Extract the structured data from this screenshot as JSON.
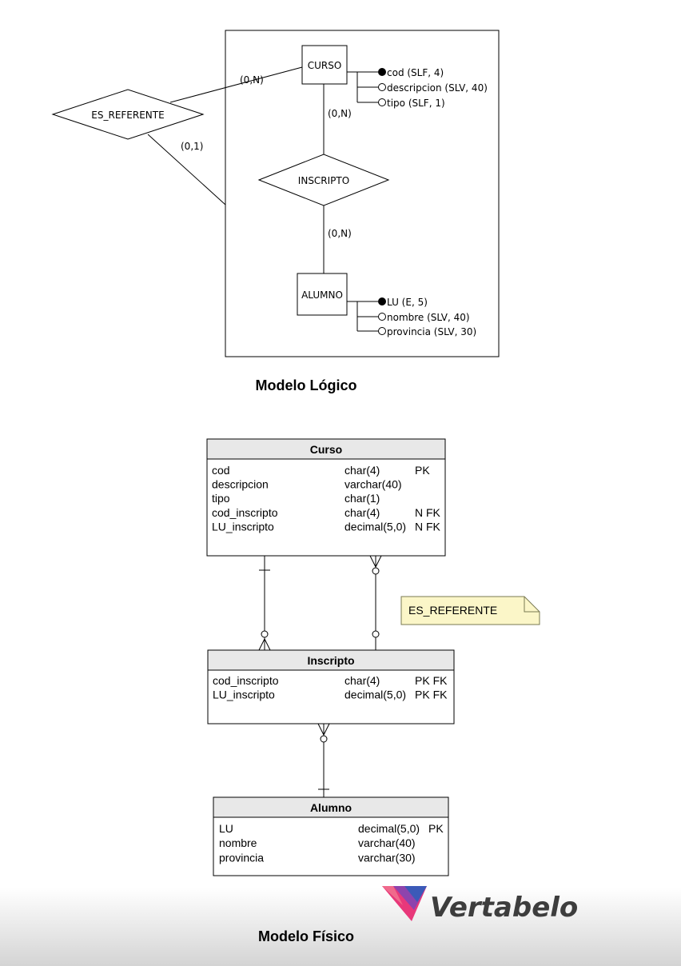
{
  "logical_model": {
    "caption": "Modelo Lógico",
    "entities": {
      "curso": {
        "name": "CURSO",
        "attributes": [
          {
            "label": "cod (SLF, 4)",
            "key": true
          },
          {
            "label": "descripcion (SLV, 40)",
            "key": false
          },
          {
            "label": "tipo (SLF, 1)",
            "key": false
          }
        ]
      },
      "alumno": {
        "name": "ALUMNO",
        "attributes": [
          {
            "label": "LU (E, 5)",
            "key": true
          },
          {
            "label": "nombre (SLV, 40)",
            "key": false
          },
          {
            "label": "provincia (SLV, 30)",
            "key": false
          }
        ]
      }
    },
    "relationships": {
      "es_referente": "ES_REFERENTE",
      "inscripto": "INSCRIPTO"
    },
    "cardinalities": {
      "es_referente_curso": "(0,N)",
      "es_referente_box": "(0,1)",
      "curso_inscripto": "(0,N)",
      "inscripto_alumno": "(0,N)"
    }
  },
  "physical_model": {
    "caption": "Modelo Físico",
    "tables": {
      "curso": {
        "title": "Curso",
        "columns": [
          {
            "name": "cod",
            "type": "char(4)",
            "key": "PK"
          },
          {
            "name": "descripcion",
            "type": "varchar(40)",
            "key": ""
          },
          {
            "name": "tipo",
            "type": "char(1)",
            "key": ""
          },
          {
            "name": "cod_inscripto",
            "type": "char(4)",
            "key": "N FK"
          },
          {
            "name": "LU_inscripto",
            "type": "decimal(5,0)",
            "key": "N FK"
          }
        ]
      },
      "inscripto": {
        "title": "Inscripto",
        "columns": [
          {
            "name": "cod_inscripto",
            "type": "char(4)",
            "key": "PK FK"
          },
          {
            "name": "LU_inscripto",
            "type": "decimal(5,0)",
            "key": "PK FK"
          }
        ]
      },
      "alumno": {
        "title": "Alumno",
        "columns": [
          {
            "name": "LU",
            "type": "decimal(5,0)",
            "key": "PK"
          },
          {
            "name": "nombre",
            "type": "varchar(40)",
            "key": ""
          },
          {
            "name": "provincia",
            "type": "varchar(30)",
            "key": ""
          }
        ]
      }
    },
    "note": "ES_REFERENTE"
  },
  "logo": {
    "text": "Vertabelo",
    "colors": [
      "#e8387a",
      "#8e44ad",
      "#3b5ab8",
      "#f06a8c"
    ]
  },
  "colors": {
    "header_fill": "#e8e8e8",
    "note_fill": "#fbf6c8",
    "note_stroke": "#7a7a52"
  }
}
